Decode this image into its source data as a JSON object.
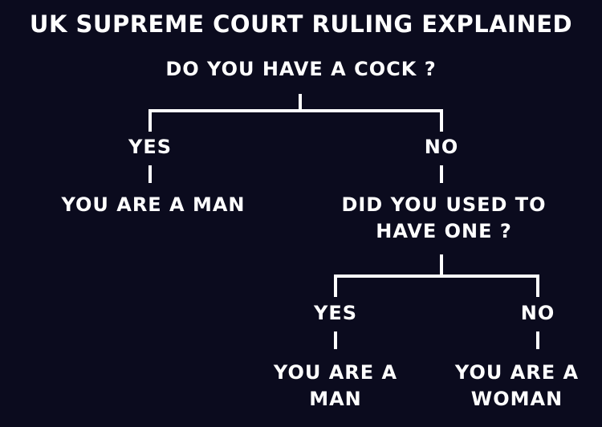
{
  "title": "UK SUPREME COURT RULING EXPLAINED",
  "flowchart": {
    "root_question": "DO YOU HAVE A COCK ?",
    "root_yes_label": "YES",
    "root_yes_result": "YOU ARE A MAN",
    "root_no_label": "NO",
    "second_question_line1": "DID YOU USED TO",
    "second_question_line2": "HAVE ONE ?",
    "second_yes_label": "YES",
    "second_yes_result_line1": "YOU ARE A",
    "second_yes_result_line2": "MAN",
    "second_no_label": "NO",
    "second_no_result_line1": "YOU ARE A",
    "second_no_result_line2": "WOMAN"
  },
  "colors": {
    "background": "#0b0b1e",
    "foreground": "#ffffff"
  }
}
